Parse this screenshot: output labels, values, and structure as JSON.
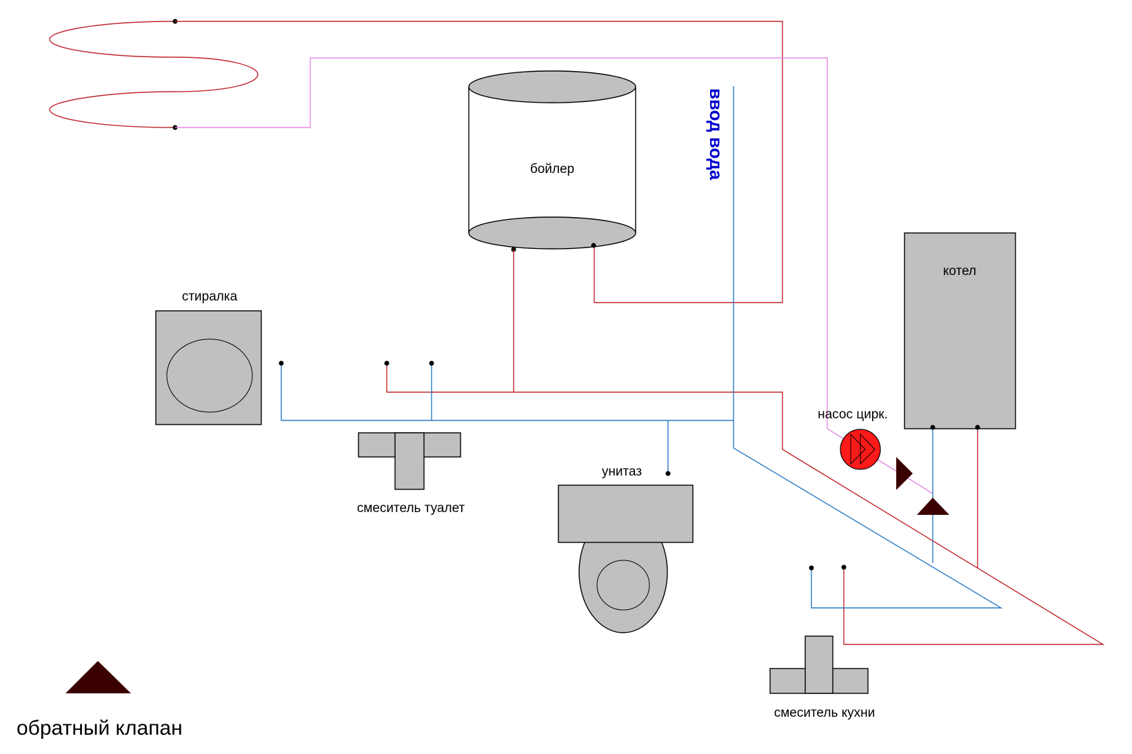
{
  "colors": {
    "hot": "#c0272d",
    "cold": "#2a7bc4",
    "circulation": "#e68ae6",
    "object_fill": "#c0c0c0",
    "check_valve": "#3a0000",
    "pump": "#ff1a1a",
    "inlet_label": "#0000cc"
  },
  "labels": {
    "boiler_tank": "бойлер",
    "water_inlet": "ввод вода",
    "washer": "стиралка",
    "toilet_mixer": "смеситель туалет",
    "toilet": "унитаз",
    "pump": "насос цирк.",
    "gas_boiler": "котел",
    "kitchen_mixer": "смеситель кухни",
    "legend_check_valve": "обратный клапан"
  },
  "legend": [
    {
      "icon": "check-valve-triangle",
      "label": "обратный клапан"
    }
  ]
}
